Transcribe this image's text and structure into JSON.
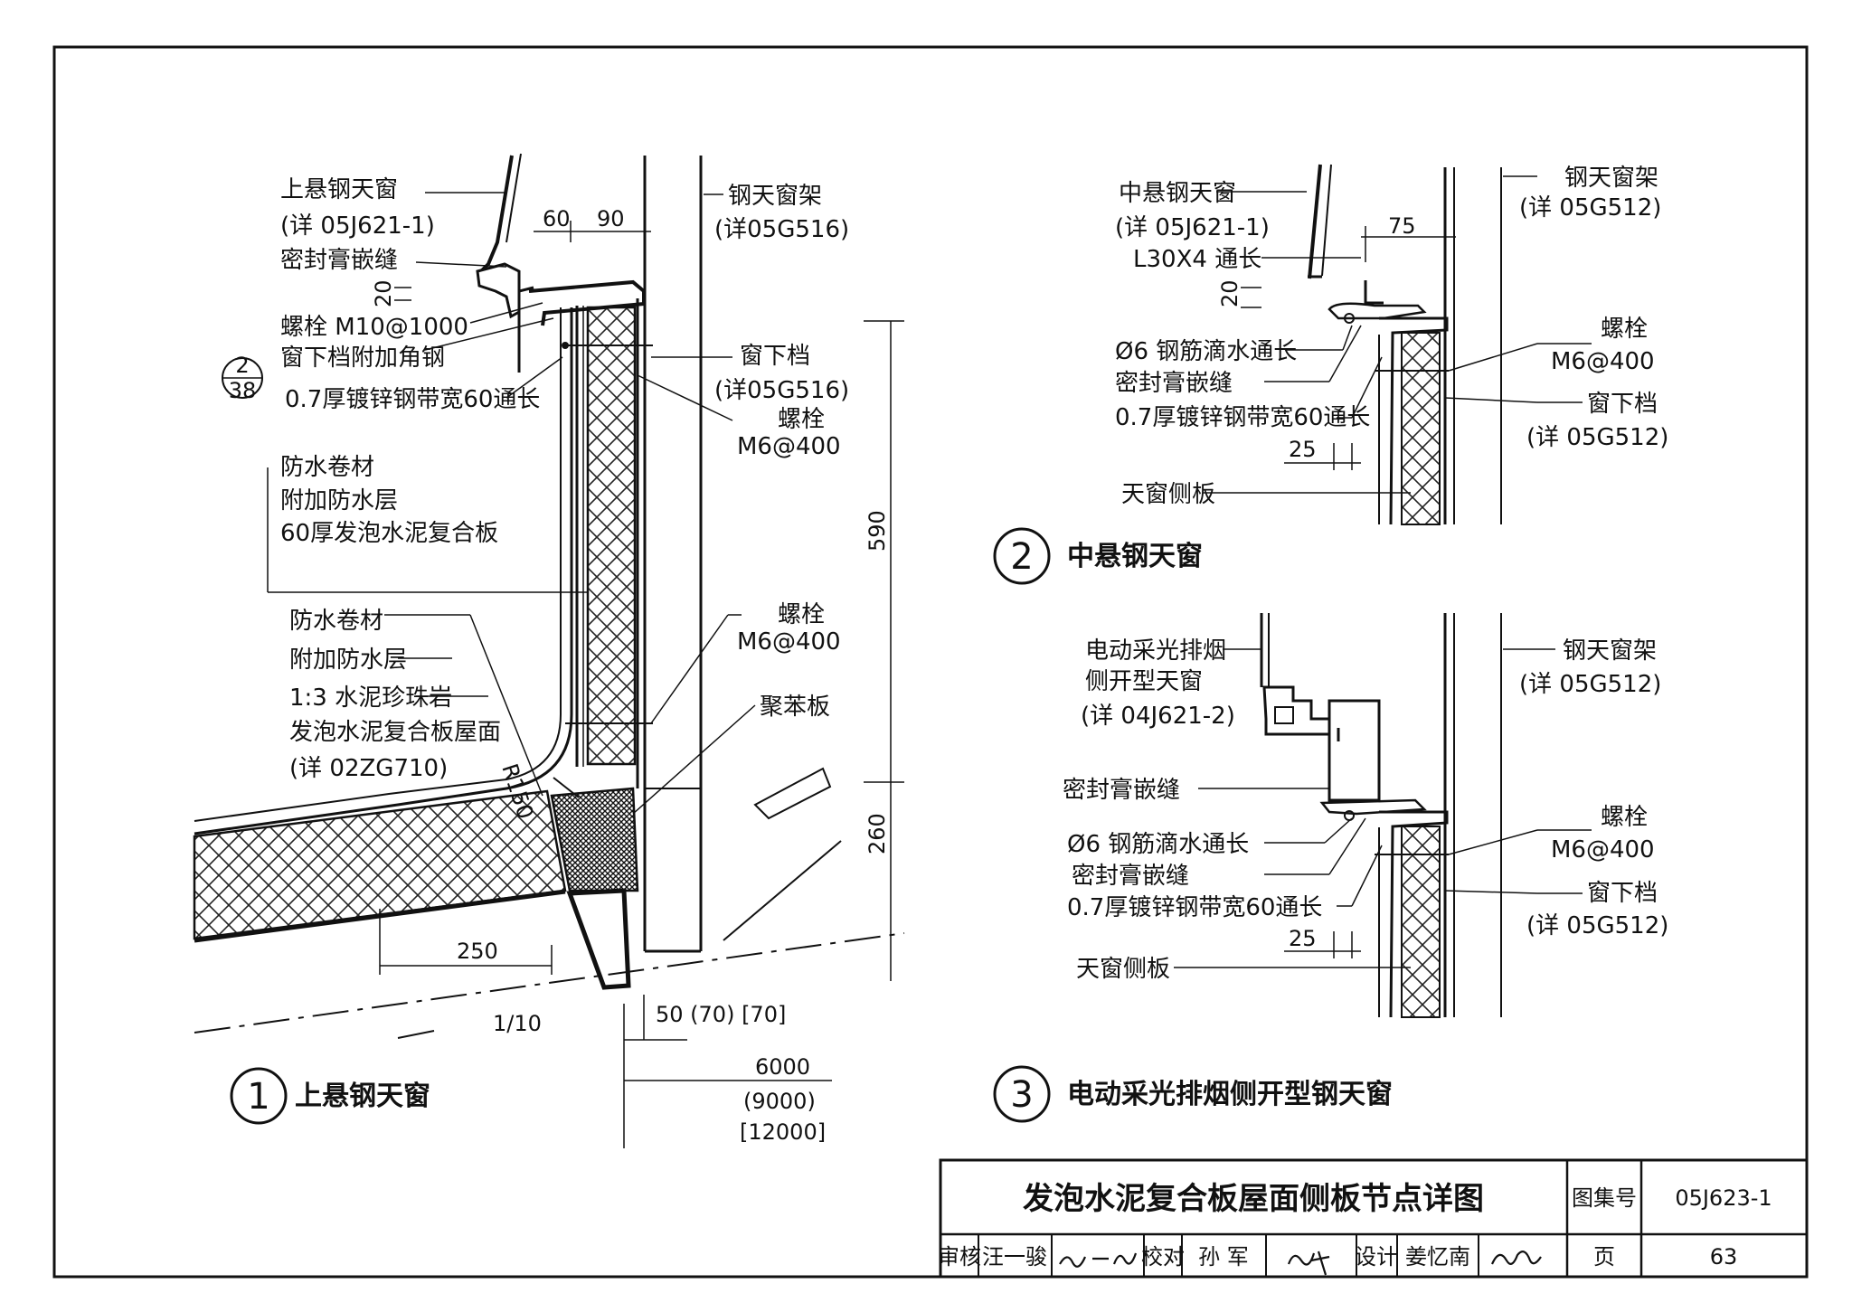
{
  "detail1": {
    "number": "1",
    "title": "上悬钢天窗",
    "labels": {
      "window": "上悬钢天窗",
      "window_ref": "(详 05J621-1)",
      "sealant": "密封膏嵌缝",
      "bolt_m10": "螺栓 M10@1000",
      "sill_angle": "窗下档附加角钢",
      "strip": "0.7厚镀锌钢带宽60通长",
      "membrane_a": "防水卷材",
      "extra_layer_a": "附加防水层",
      "panel60": "60厚发泡水泥复合板",
      "membrane_b": "防水卷材",
      "extra_layer_b": "附加防水层",
      "perlite": "1:3 水泥珍珠岩",
      "roof": "发泡水泥复合板屋面",
      "roof_ref": "(详 02ZG710)",
      "frame": "钢天窗架",
      "frame_ref": "(详05G516)",
      "sill": "窗下档",
      "sill_ref": "(详05G516)",
      "bolt_label": "螺栓",
      "bolt_value": "M6@400",
      "bolt2_label": "螺栓",
      "bolt2_value": "M6@400",
      "polystyrene": "聚苯板",
      "ref_top": "2",
      "ref_bottom": "38",
      "radius": "R150"
    },
    "dims": {
      "d60": "60",
      "d90": "90",
      "d20": "20",
      "d590": "590",
      "d260": "260",
      "d250": "250",
      "slope": "1/10",
      "d50": "50 (70) [70]",
      "d6000": "6000",
      "d9000": "(9000)",
      "d12000": "[12000]"
    }
  },
  "detail2": {
    "number": "2",
    "title": "中悬钢天窗",
    "labels": {
      "window": "中悬钢天窗",
      "window_ref": "(详 05J621-1)",
      "angle": "L30X4 通长",
      "drip": "Ø6 钢筋滴水通长",
      "sealant": "密封膏嵌缝",
      "strip": "0.7厚镀锌钢带宽60通长",
      "side_panel": "天窗侧板",
      "frame": "钢天窗架",
      "frame_ref": "(详 05G512)",
      "bolt_label": "螺栓",
      "bolt_value": "M6@400",
      "sill": "窗下档",
      "sill_ref": "(详 05G512)"
    },
    "dims": {
      "d75": "75",
      "d20": "20",
      "d25": "25"
    }
  },
  "detail3": {
    "number": "3",
    "title": "电动采光排烟侧开型钢天窗",
    "labels": {
      "window_a": "电动采光排烟",
      "window_b": "侧开型天窗",
      "window_ref": "(详 04J621-2)",
      "sealant_top": "密封膏嵌缝",
      "drip": "Ø6 钢筋滴水通长",
      "sealant": "密封膏嵌缝",
      "strip": "0.7厚镀锌钢带宽60通长",
      "side_panel": "天窗侧板",
      "frame": "钢天窗架",
      "frame_ref": "(详 05G512)",
      "bolt_label": "螺栓",
      "bolt_value": "M6@400",
      "sill": "窗下档",
      "sill_ref": "(详 05G512)"
    },
    "dims": {
      "d25": "25"
    }
  },
  "title_block": {
    "drawing_title": "发泡水泥复合板屋面侧板节点详图",
    "atlas_label": "图集号",
    "atlas_no": "05J623-1",
    "review_label": "审核",
    "reviewer": "汪一骏",
    "check_label": "校对",
    "checker": "孙 军",
    "design_label": "设计",
    "designer": "姜忆南",
    "page_label": "页",
    "page_no": "63"
  }
}
